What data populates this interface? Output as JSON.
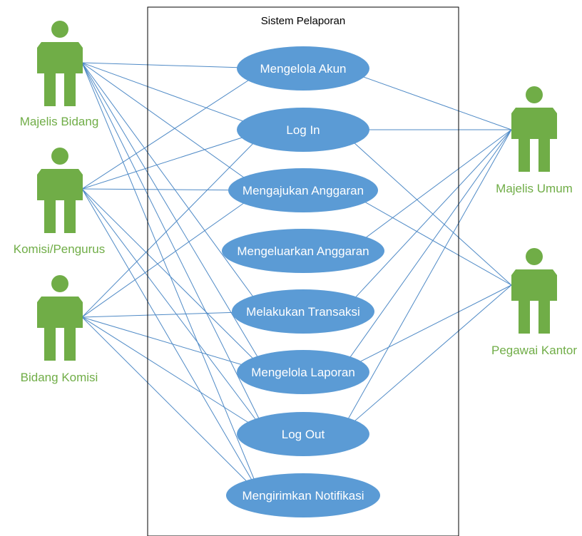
{
  "colors": {
    "actor": "#70ad47",
    "usecase": "#5b9bd5",
    "usecase_text": "#ffffff",
    "connector": "#4f8ac6",
    "boundary": "#000000"
  },
  "system": {
    "title": "Sistem Pelaporan"
  },
  "actors": [
    {
      "id": "majelis_bidang",
      "label": "Majelis Bidang",
      "icon": "person-icon"
    },
    {
      "id": "komisi_pengurus",
      "label": "Komisi/Pengurus",
      "icon": "person-icon"
    },
    {
      "id": "bidang_komisi",
      "label": "Bidang Komisi",
      "icon": "person-icon"
    },
    {
      "id": "majelis_umum",
      "label": "Majelis Umum",
      "icon": "person-icon"
    },
    {
      "id": "pegawai_kantor",
      "label": "Pegawai Kantor",
      "icon": "person-icon"
    }
  ],
  "use_cases": [
    {
      "id": "mengelola_akun",
      "label": "Mengelola Akun"
    },
    {
      "id": "log_in",
      "label": "Log In"
    },
    {
      "id": "mengajukan_anggaran",
      "label": "Mengajukan Anggaran"
    },
    {
      "id": "mengeluarkan_anggaran",
      "label": "Mengeluarkan Anggaran"
    },
    {
      "id": "melakukan_transaksi",
      "label": "Melakukan Transaksi"
    },
    {
      "id": "mengelola_laporan",
      "label": "Mengelola Laporan"
    },
    {
      "id": "log_out",
      "label": "Log Out"
    },
    {
      "id": "mengirimkan_notifikasi",
      "label": "Mengirimkan Notifikasi"
    }
  ],
  "associations": [
    [
      "majelis_bidang",
      "mengelola_akun"
    ],
    [
      "majelis_bidang",
      "log_in"
    ],
    [
      "majelis_bidang",
      "mengajukan_anggaran"
    ],
    [
      "majelis_bidang",
      "melakukan_transaksi"
    ],
    [
      "majelis_bidang",
      "mengelola_laporan"
    ],
    [
      "majelis_bidang",
      "log_out"
    ],
    [
      "majelis_bidang",
      "mengirimkan_notifikasi"
    ],
    [
      "komisi_pengurus",
      "mengelola_akun"
    ],
    [
      "komisi_pengurus",
      "log_in"
    ],
    [
      "komisi_pengurus",
      "mengajukan_anggaran"
    ],
    [
      "komisi_pengurus",
      "mengelola_laporan"
    ],
    [
      "komisi_pengurus",
      "log_out"
    ],
    [
      "komisi_pengurus",
      "mengirimkan_notifikasi"
    ],
    [
      "bidang_komisi",
      "log_in"
    ],
    [
      "bidang_komisi",
      "mengajukan_anggaran"
    ],
    [
      "bidang_komisi",
      "melakukan_transaksi"
    ],
    [
      "bidang_komisi",
      "mengelola_laporan"
    ],
    [
      "bidang_komisi",
      "log_out"
    ],
    [
      "bidang_komisi",
      "mengirimkan_notifikasi"
    ],
    [
      "majelis_umum",
      "mengelola_akun"
    ],
    [
      "majelis_umum",
      "log_in"
    ],
    [
      "majelis_umum",
      "mengeluarkan_anggaran"
    ],
    [
      "majelis_umum",
      "melakukan_transaksi"
    ],
    [
      "majelis_umum",
      "mengelola_laporan"
    ],
    [
      "majelis_umum",
      "log_out"
    ],
    [
      "pegawai_kantor",
      "log_in"
    ],
    [
      "pegawai_kantor",
      "mengajukan_anggaran"
    ],
    [
      "pegawai_kantor",
      "mengelola_laporan"
    ],
    [
      "pegawai_kantor",
      "log_out"
    ]
  ]
}
